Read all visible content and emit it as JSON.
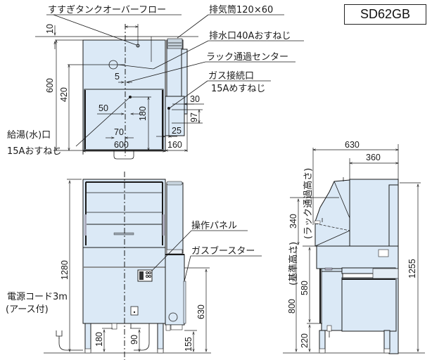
{
  "model": "SD62GB",
  "top_view": {
    "labels": {
      "overflow": "すすぎタンクオーバーフロー",
      "exhaust": "排気筒120×60",
      "drain": "排水口40Aおすねじ",
      "rack_center": "ラック通過センター",
      "gas_inlet_1": "ガス接続口",
      "gas_inlet_2": "15Aめすねじ",
      "water_inlet_1": "給湯(水)口",
      "water_inlet_2": "15Aおすねじ"
    },
    "dims": {
      "d10": "10",
      "d600_depth": "600",
      "d420": "420",
      "d5": "5",
      "d50": "50",
      "d180": "180",
      "d70": "70",
      "d600_width": "600",
      "d30": "30",
      "d97": "97",
      "d25": "25",
      "d160": "160"
    }
  },
  "front_view": {
    "labels": {
      "control_panel": "操作パネル",
      "gas_booster": "ガスブースター",
      "power_cord_1": "電源コード3m",
      "power_cord_2": "(アース付)"
    },
    "dims": {
      "d1280": "1280",
      "d630": "630",
      "d180": "180",
      "d90": "90",
      "d155": "155"
    }
  },
  "side_view": {
    "labels": {
      "rack_height": "(ラック通過高さ)",
      "standard_height": "(基準高さ)"
    },
    "dims": {
      "d630": "630",
      "d360": "360",
      "d340": "340",
      "d800": "800",
      "d580": "580",
      "d220": "220",
      "d1255": "1255"
    }
  }
}
